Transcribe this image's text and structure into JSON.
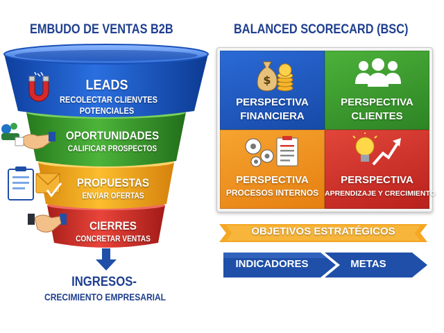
{
  "funnel": {
    "title": "EMBUDO DE VENTAS B2B",
    "stages": [
      {
        "title": "LEADS",
        "subtitle_line1": "RECOLECTAR CLIENVTES",
        "subtitle_line2": "POTENCIALES",
        "color": "#1a56c8",
        "icon": "magnet-icon"
      },
      {
        "title": "OPORTUNIDADES",
        "subtitle_line1": "CALIFICAR PROSPECTOS",
        "color": "#3a9a2a",
        "icon": "handshake-icon"
      },
      {
        "title": "PROPUESTAS",
        "subtitle_line1": "ENVIAR OFERTAS",
        "color": "#f2a81d",
        "icon": "documents-icon"
      },
      {
        "title": "CIERRES",
        "subtitle_line1": "CONCRETAR VENTAS",
        "color": "#d9312b",
        "icon": "handshake-icon"
      }
    ],
    "result_title": "INGRESOS-",
    "result_subtitle": "CRECIMIENTO EMPRESARIAL"
  },
  "bsc": {
    "title": "BALANCED SCORECARD (BSC)",
    "quadrants": [
      {
        "line1": "PERSPECTIVA",
        "line2": "FINANCIERA",
        "color": "#1f57c0",
        "icon": "money-bag-icon"
      },
      {
        "line1": "PERSPECTIVA",
        "line2": "CLIENTES",
        "color": "#3a9b2e",
        "icon": "people-icon"
      },
      {
        "line1": "PERSPECTIVA",
        "line2": "PROCESOS INTERNOS",
        "color": "#f0901b",
        "icon": "gears-icon"
      },
      {
        "line1": "PERSPECTIVA",
        "line2": "APRENDIZAJE Y CRECIMIENTO",
        "color": "#d7332b",
        "icon": "lightbulb-icon"
      }
    ],
    "objectives_label": "OBJETIVOS ESTRATÉGICOS",
    "indicators_label": "INDICADORES",
    "goals_label": "METAS"
  },
  "colors": {
    "title_blue": "#1f3f8f",
    "ribbon_orange": "#f5a623",
    "arrow_blue": "#1f4fa8"
  }
}
